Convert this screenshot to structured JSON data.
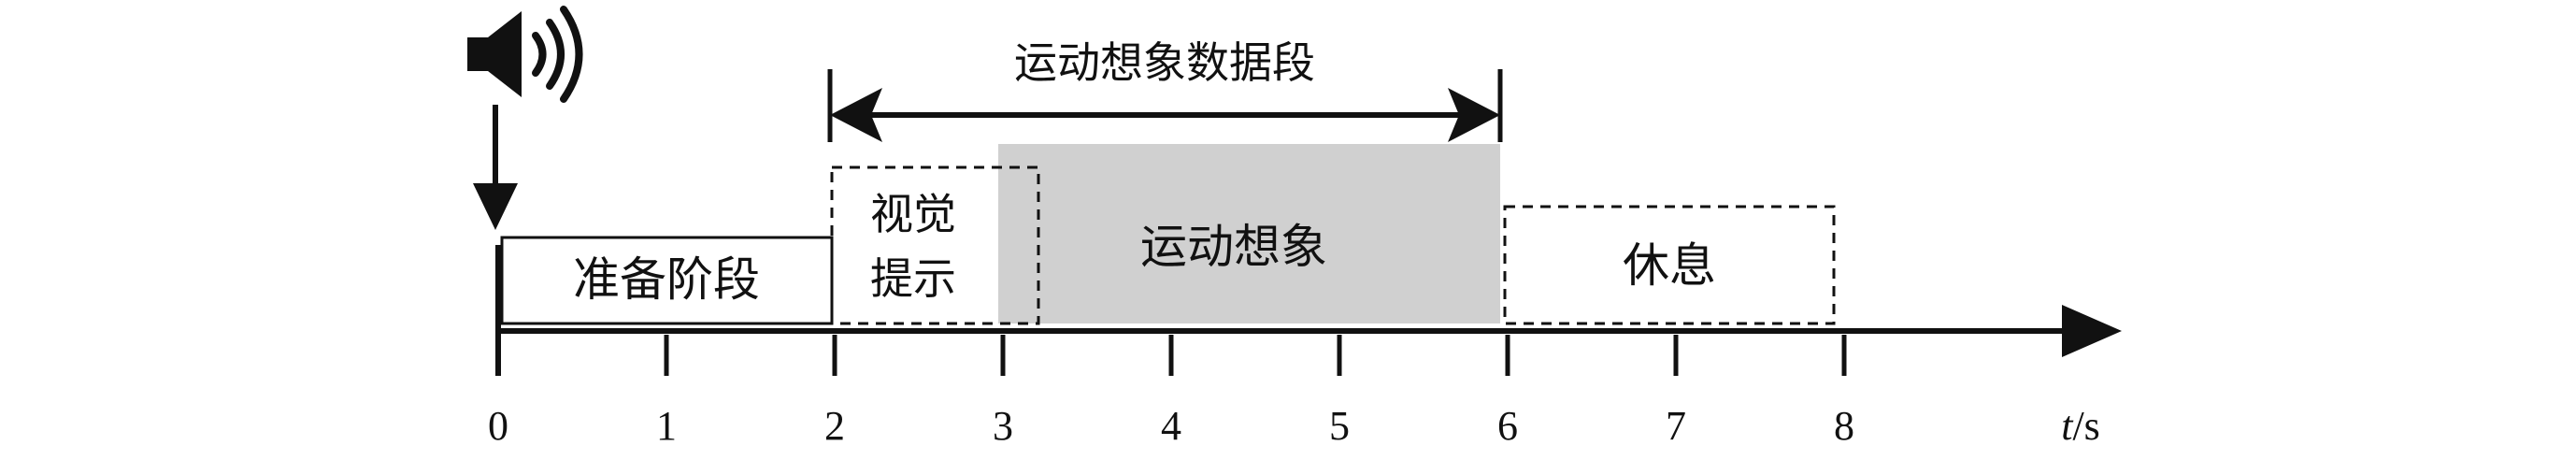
{
  "timeline": {
    "ticks": [
      "0",
      "1",
      "2",
      "3",
      "4",
      "5",
      "6",
      "7",
      "8"
    ],
    "axis_unit_var": "t",
    "axis_unit_rest": "/s"
  },
  "phases": {
    "preparation": "准备阶段",
    "visual_cue_line1": "视觉",
    "visual_cue_line2": "提示",
    "motor_imagery": "运动想象",
    "rest": "休息"
  },
  "span_label": "运动想象数据段",
  "icons": {
    "cue": "speaker-icon"
  },
  "colors": {
    "motor_imagery_fill": "#d0d0d0",
    "stroke": "#111111"
  }
}
